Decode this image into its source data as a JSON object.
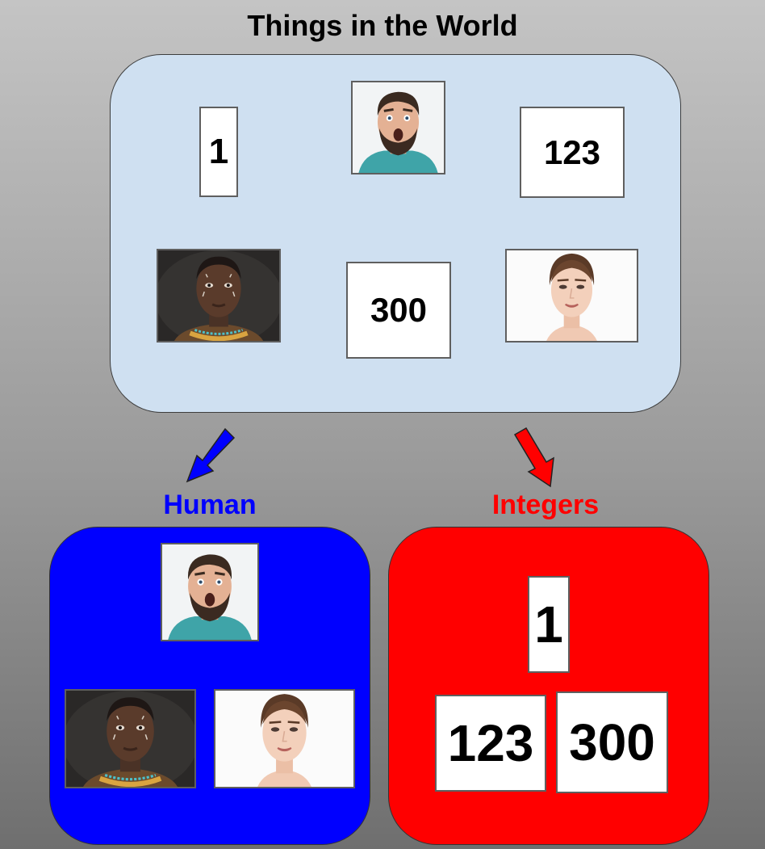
{
  "title": "Things in the World",
  "world": {
    "integers": [
      "1",
      "123",
      "300"
    ],
    "photos": [
      "surprised-man-photo",
      "tribal-man-photo",
      "woman-portrait-photo"
    ]
  },
  "human": {
    "label": "Human",
    "color": "#0000ff"
  },
  "integers": {
    "label": "Integers",
    "color": "#ff0000",
    "items": [
      "1",
      "123",
      "300"
    ]
  }
}
